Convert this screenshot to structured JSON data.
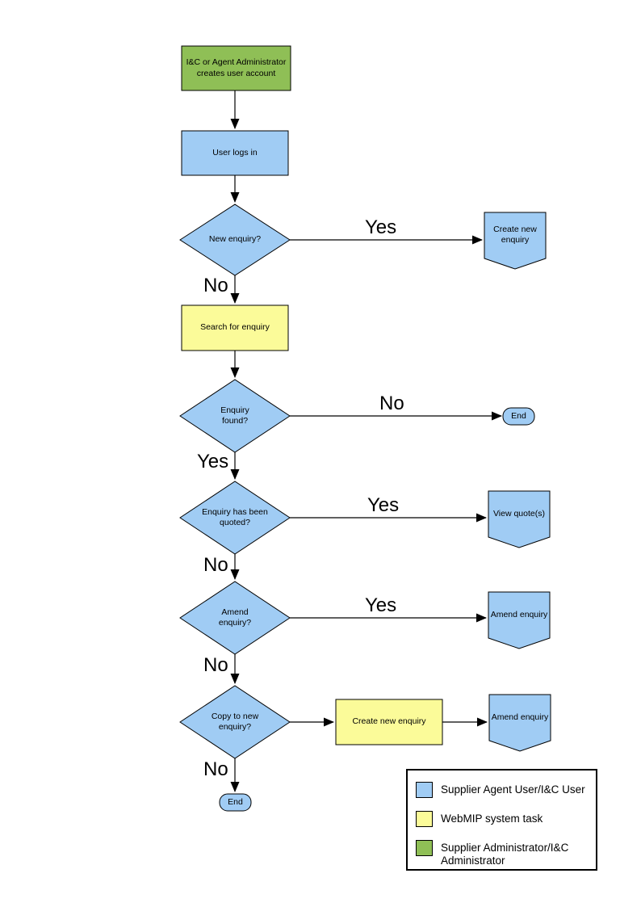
{
  "colors": {
    "user_task_fill": "#A0CCF4",
    "system_task_fill": "#FBFB99",
    "admin_task_fill": "#8FBF56",
    "outline": "#000000"
  },
  "flowchart": {
    "nodes": {
      "admin_creates_account": "I&C or Agent Administrator creates user account",
      "user_logs_in": "User logs in",
      "new_enquiry_q": "New enquiry?",
      "create_new_enquiry_offpage": "Create new enquiry",
      "search_for_enquiry": "Search for enquiry",
      "enquiry_found_q": "Enquiry found?",
      "end_1": "End",
      "enquiry_quoted_q": "Enquiry has been quoted?",
      "view_quotes_offpage": "View quote(s)",
      "amend_enquiry_q": "Amend enquiry?",
      "amend_enquiry_offpage_1": "Amend enquiry",
      "copy_to_new_enquiry_q": "Copy to new enquiry?",
      "create_new_enquiry_task": "Create new enquiry",
      "amend_enquiry_offpage_2": "Amend enquiry",
      "end_2": "End"
    },
    "edge_labels": {
      "new_enquiry_yes": "Yes",
      "new_enquiry_no": "No",
      "enquiry_found_no": "No",
      "enquiry_found_yes": "Yes",
      "enquiry_quoted_yes": "Yes",
      "enquiry_quoted_no": "No",
      "amend_enquiry_yes": "Yes",
      "amend_enquiry_no": "No",
      "copy_to_new_no": "No"
    }
  },
  "legend": {
    "items": [
      {
        "label": "Supplier Agent User/I&C User"
      },
      {
        "label": "WebMIP system task"
      },
      {
        "label": "Supplier Administrator/I&C Administrator"
      }
    ]
  }
}
